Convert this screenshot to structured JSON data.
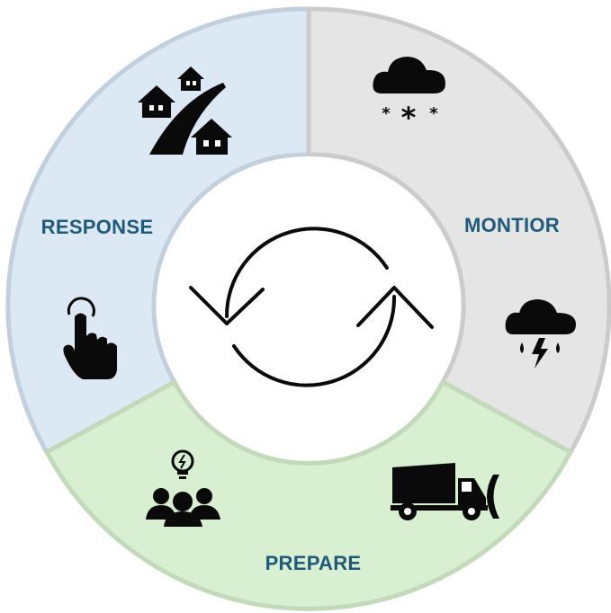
{
  "diagram": {
    "segments": [
      {
        "id": "response",
        "label": "RESPONSE",
        "fill": "#dce8f3",
        "stroke": "#c2cfdc"
      },
      {
        "id": "monitor",
        "label": "MONTIOR",
        "fill": "#e5e5e5",
        "stroke": "#cbcbcb"
      },
      {
        "id": "prepare",
        "label": "PREPARE",
        "fill": "#d9efd2",
        "stroke": "#c2d9ba"
      }
    ],
    "label_color": "#1f5a7a",
    "icons": {
      "response": [
        "houses-road-icon",
        "hand-pointer-icon"
      ],
      "monitor": [
        "snow-cloud-icon",
        "storm-cloud-icon"
      ],
      "prepare": [
        "team-idea-icon",
        "snowplow-truck-icon"
      ],
      "center": "cycle-arrows-icon"
    }
  }
}
